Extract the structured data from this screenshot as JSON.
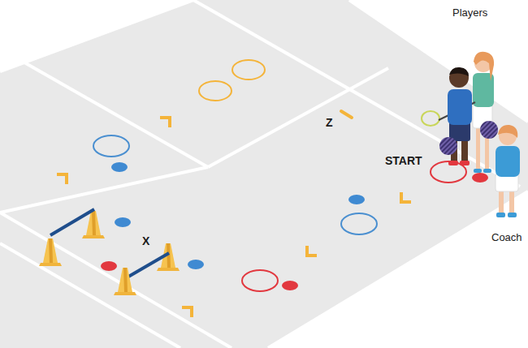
{
  "diagram": {
    "labels": [
      "Players",
      "Z",
      "START",
      "X",
      "Coach"
    ]
  }
}
